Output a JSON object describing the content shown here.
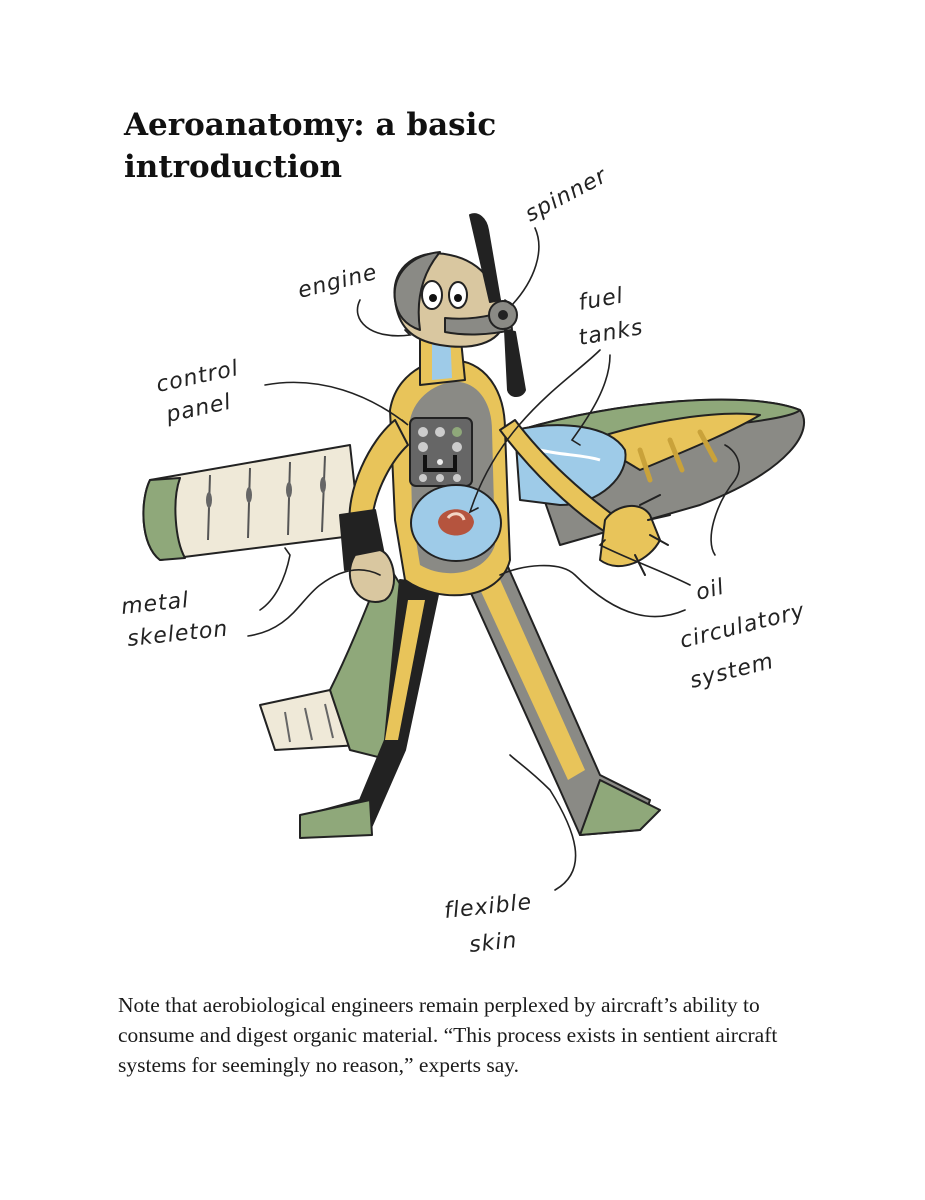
{
  "title": "Aeroanatomy: a basic introduction",
  "labels": {
    "spinner": "spinner",
    "engine": "engine",
    "fuel_tanks": [
      "fuel",
      "tanks"
    ],
    "control_panel": [
      "control",
      "panel"
    ],
    "metal_skeleton": [
      "metal",
      "skeleton"
    ],
    "oil_circulatory": [
      "oil",
      "circulatory",
      "system"
    ],
    "flexible_skin": [
      "flexible",
      "skin"
    ]
  },
  "caption": "Note that aerobiological engineers remain perplexed by aircraft’s ability to consume and digest organic material. “This process exists in sentient aircraft systems for seemingly no reason,” experts say.",
  "colors": {
    "skin_green": "#8fa87a",
    "oil_yellow": "#e8c45a",
    "fuel_blue": "#9ecbe8",
    "metal_grey": "#8a8a85",
    "wing_cream": "#efe9d8",
    "stomach_red": "#b5543e"
  }
}
